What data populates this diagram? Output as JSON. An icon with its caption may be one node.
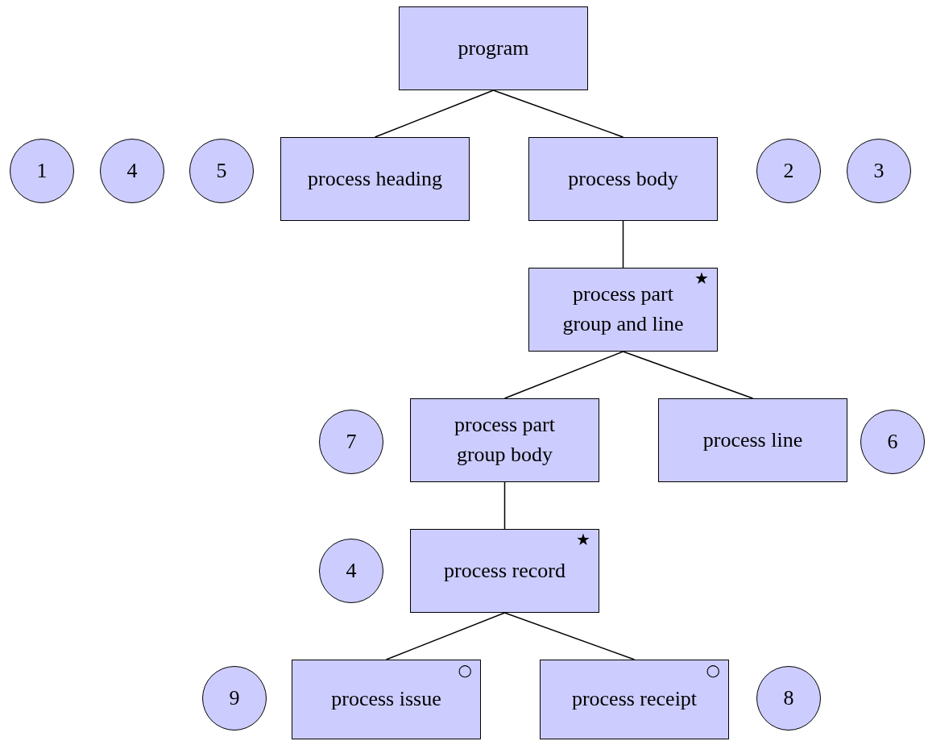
{
  "diagram": {
    "nodes": [
      {
        "text": [
          "program"
        ]
      },
      {
        "text": [
          "1"
        ]
      },
      {
        "text": [
          "4"
        ]
      },
      {
        "text": [
          "5"
        ]
      },
      {
        "text": [
          "process heading"
        ]
      },
      {
        "text": [
          "process body"
        ]
      },
      {
        "text": [
          "2"
        ]
      },
      {
        "text": [
          "3"
        ]
      },
      {
        "text": [
          "process part group and line",
          "★"
        ]
      },
      {
        "text": [
          "7"
        ]
      },
      {
        "text": [
          "process part group body"
        ]
      },
      {
        "text": [
          "process line"
        ]
      },
      {
        "text": [
          "6"
        ]
      },
      {
        "text": [
          "4"
        ]
      },
      {
        "text": [
          "process record",
          "★"
        ]
      },
      {
        "text": [
          "9"
        ]
      },
      {
        "text": [
          "process issue",
          "○"
        ]
      },
      {
        "text": [
          "process receipt",
          "○"
        ]
      },
      {
        "text": [
          "8"
        ]
      }
    ],
    "edges": [
      {
        "from": 0,
        "to": 4,
        "arrow": "none"
      },
      {
        "from": 0,
        "to": 5,
        "arrow": "none"
      },
      {
        "from": 5,
        "to": 8,
        "arrow": "none"
      },
      {
        "from": 8,
        "to": 10,
        "arrow": "none"
      },
      {
        "from": 8,
        "to": 11,
        "arrow": "none"
      },
      {
        "from": 10,
        "to": 14,
        "arrow": "none"
      },
      {
        "from": 14,
        "to": 16,
        "arrow": "none"
      },
      {
        "from": 14,
        "to": 17,
        "arrow": "none"
      }
    ]
  }
}
